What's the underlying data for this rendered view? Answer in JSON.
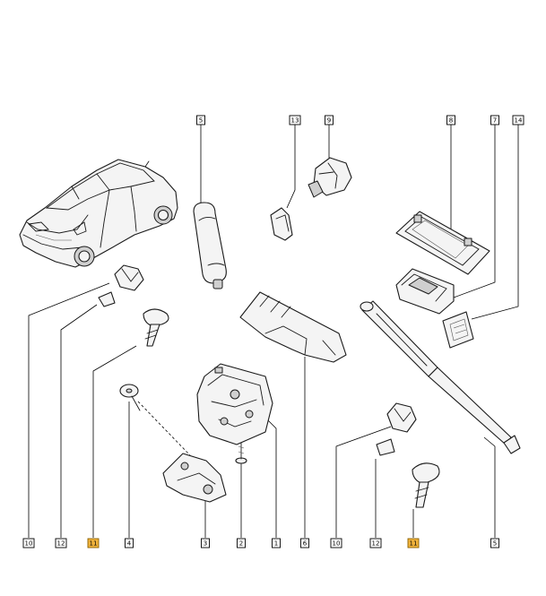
{
  "diagram": {
    "highlight_color": "#f2b43c",
    "callouts": [
      {
        "id": "c-top-5",
        "label": "5",
        "highlighted": false
      },
      {
        "id": "c-top-13",
        "label": "13",
        "highlighted": false
      },
      {
        "id": "c-top-9",
        "label": "9",
        "highlighted": false
      },
      {
        "id": "c-top-8",
        "label": "8",
        "highlighted": false
      },
      {
        "id": "c-top-7",
        "label": "7",
        "highlighted": false
      },
      {
        "id": "c-top-14",
        "label": "14",
        "highlighted": false
      },
      {
        "id": "c-bot-10a",
        "label": "10",
        "highlighted": false
      },
      {
        "id": "c-bot-12a",
        "label": "12",
        "highlighted": false
      },
      {
        "id": "c-bot-11a",
        "label": "11",
        "highlighted": true
      },
      {
        "id": "c-bot-4",
        "label": "4",
        "highlighted": false
      },
      {
        "id": "c-bot-3",
        "label": "3",
        "highlighted": false
      },
      {
        "id": "c-bot-2",
        "label": "2",
        "highlighted": false
      },
      {
        "id": "c-bot-1",
        "label": "1",
        "highlighted": false
      },
      {
        "id": "c-bot-6",
        "label": "6",
        "highlighted": false
      },
      {
        "id": "c-bot-10b",
        "label": "10",
        "highlighted": false
      },
      {
        "id": "c-bot-12b",
        "label": "12",
        "highlighted": false
      },
      {
        "id": "c-bot-11b",
        "label": "11",
        "highlighted": true
      },
      {
        "id": "c-bot-5",
        "label": "5",
        "highlighted": false
      }
    ]
  }
}
